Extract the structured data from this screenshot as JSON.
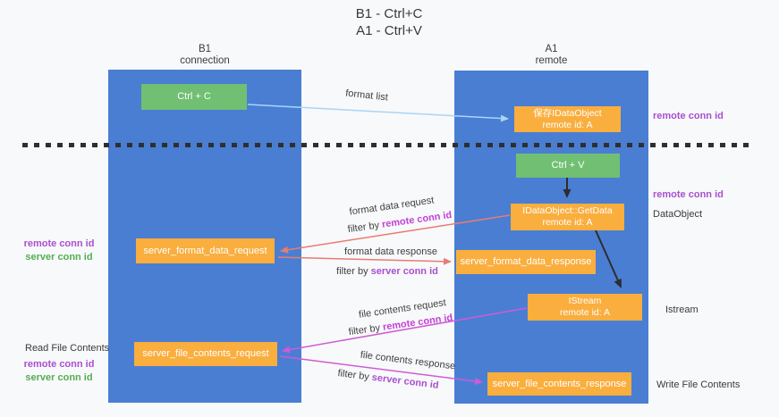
{
  "title": {
    "line1": "B1 - Ctrl+C",
    "line2": "A1 - Ctrl+V"
  },
  "columns": {
    "left": {
      "header_line1": "B1",
      "header_line2": "connection"
    },
    "right": {
      "header_line1": "A1",
      "header_line2": "remote"
    }
  },
  "boxes": {
    "ctrl_c": "Ctrl + C",
    "ctrl_v": "Ctrl + V",
    "save_idataobject": {
      "line1": "保存IDataObject",
      "line2": "remote id: A"
    },
    "getdata": {
      "line1": "IDataObject::GetData",
      "line2": "remote id: A"
    },
    "istream": {
      "line1": "IStream",
      "line2": "remote id: A"
    },
    "server_format_data_request": "server_format_data_request",
    "server_format_data_response": "server_format_data_response",
    "server_file_contents_request": "server_file_contents_request",
    "server_file_contents_response": "server_file_contents_response"
  },
  "arrow_labels": {
    "format_list": "format list",
    "format_data_request": "format data request",
    "format_data_response": "format data response",
    "file_contents_request": "file contents request",
    "file_contents_response": "file contents response",
    "filter_by": "filter by ",
    "remote_conn_id": "remote conn id",
    "server_conn_id": "server conn id"
  },
  "side_labels": {
    "right_remote_conn_id_top": "remote conn id",
    "right_remote_conn_id_mid": "remote conn id",
    "dataobject": "DataObject",
    "istream": "Istream",
    "write_file_contents": "Write File Contents",
    "read_file_contents": "Read File Contents",
    "left_remote_conn_id_1": "remote conn id",
    "left_server_conn_id_1": "server conn id",
    "left_remote_conn_id_2": "remote conn id",
    "left_server_conn_id_2": "server conn id"
  },
  "colors": {
    "column_blue": "#4a7ed3",
    "box_green": "#71bf73",
    "box_orange": "#f9ae3e",
    "arrow_light_blue": "#a9d5f5",
    "arrow_salmon": "#e87c72",
    "arrow_magenta": "#cf5bd6",
    "arrow_black": "#2d2d2d",
    "text_purple": "#a94fd0",
    "text_magenta": "#c23fd6",
    "text_green": "#53ae53"
  }
}
